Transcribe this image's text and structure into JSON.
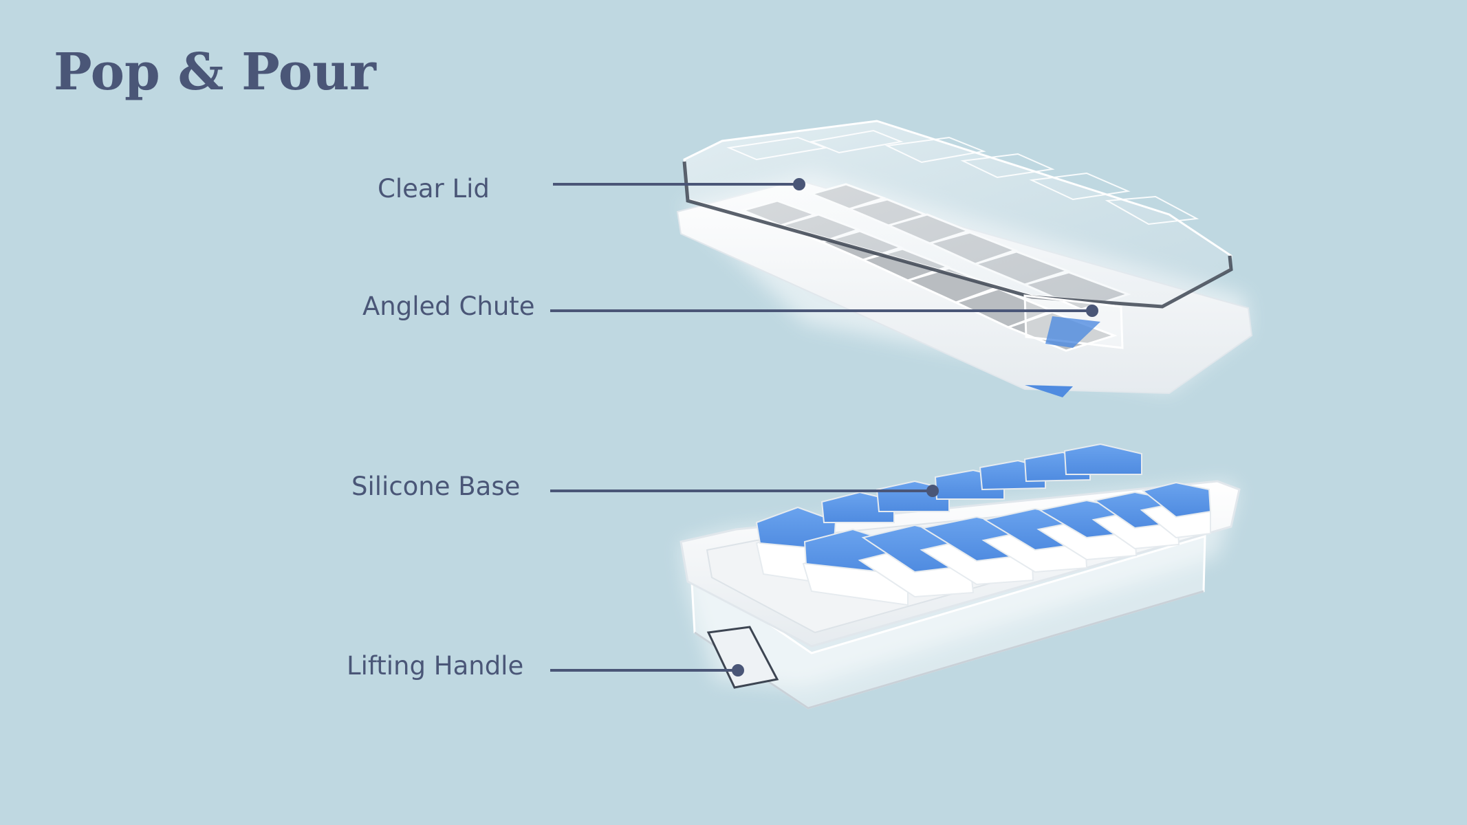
{
  "title": "Pop & Pour",
  "callouts": {
    "clear_lid": "Clear Lid",
    "angled_chute": "Angled Chute",
    "silicone_base": "Silicone Base",
    "lifting_handle": "Lifting Handle"
  },
  "colors": {
    "background": "#bfd8e1",
    "text": "#4a5677",
    "leader_line": "#4a5677",
    "silicone_blue": "#5b96e4",
    "tray_white": "#f4f6f8"
  }
}
